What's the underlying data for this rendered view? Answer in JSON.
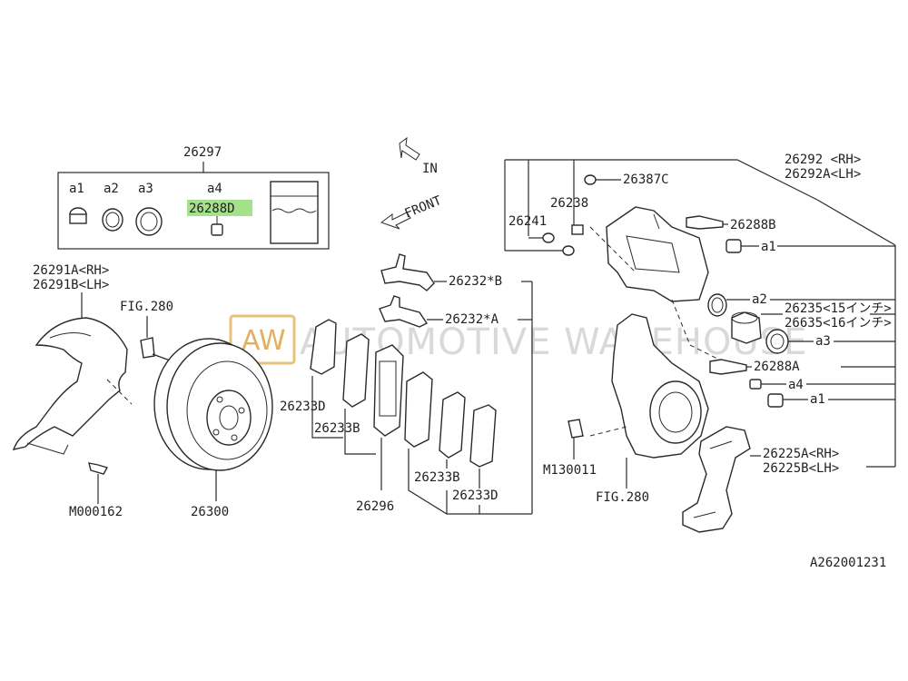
{
  "watermark": {
    "logo": "AW",
    "text": "AUTOMOTIVE WAREHOUSE"
  },
  "arrows": {
    "in": "IN",
    "front": "FRONT"
  },
  "kit": {
    "number": "26297",
    "items": [
      "a1",
      "a2",
      "a3",
      "a4"
    ],
    "highlighted_part": "26288D",
    "highlight_color": "#a5e08a"
  },
  "labels": {
    "shield_rh": "26291A<RH>",
    "shield_lh": "26291B<LH>",
    "shield_bolt": "M000162",
    "fig280_left": "FIG.280",
    "rotor": "26300",
    "clip_b": "26232*B",
    "clip_a": "26232*A",
    "shim_d_left": "26233D",
    "shim_b_left": "26233B",
    "shim_b_right": "26233B",
    "shim_d_right": "26233D",
    "pad_set": "26296",
    "caliper_rh": "26292 <RH>",
    "caliper_lh": "26292A<LH>",
    "bleeder_bolt": "26387C",
    "cap": "26238",
    "bleeder": "26241",
    "guide_pin_b": "26288B",
    "a1_top": "a1",
    "a2": "a2",
    "piston_15": "26235<15インチ>",
    "piston_16": "26635<16インチ>",
    "a3": "a3",
    "guide_pin_a": "26288A",
    "a4": "a4",
    "a1_bottom": "a1",
    "knuckle_bolt": "M130011",
    "fig280_right": "FIG.280",
    "support_rh": "26225A<RH>",
    "support_lh": "26225B<LH>",
    "diagram_id": "A262001231"
  }
}
